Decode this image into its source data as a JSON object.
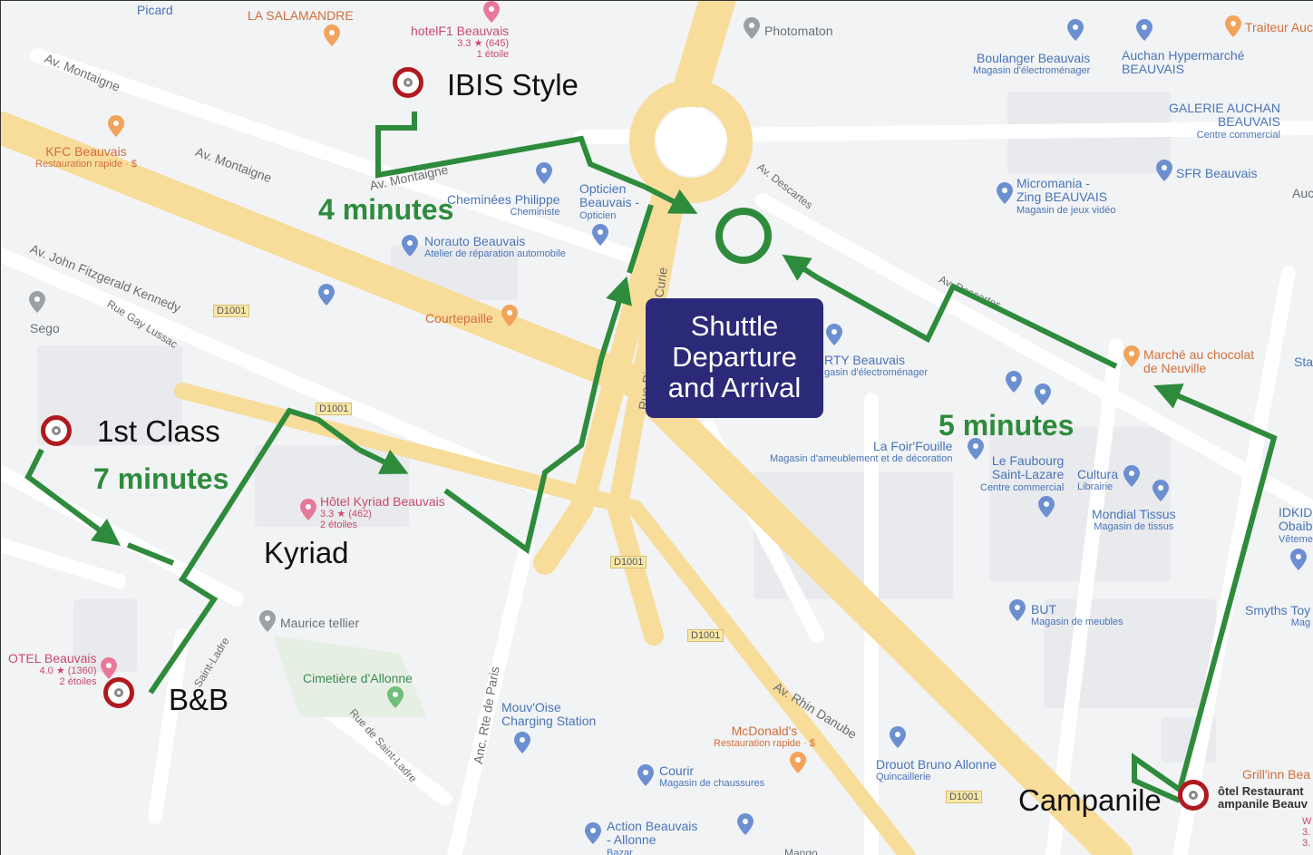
{
  "map": {
    "colors": {
      "route": "#2e8b3c",
      "hotel_marker": "#b0191e",
      "shuttle_box": "#2b2a78",
      "road_main": "#f8dc9a",
      "road_minor": "#ffffff",
      "land": "#f1f3f4"
    },
    "shuttle_label": [
      "Shuttle",
      "Departure",
      "and Arrival"
    ],
    "hotels": {
      "ibis": "IBIS Style",
      "first_class": "1st Class",
      "kyriad": "Kyriad",
      "bb": "B&B",
      "campanile": "Campanile"
    },
    "durations": {
      "ibis": "4 minutes",
      "first_class": "7 minutes",
      "campanile": "5 minutes"
    },
    "streets": {
      "montaigne": "Av. Montaigne",
      "jfk": "Av. John Fitzgerald Kennedy",
      "gay_lussac": "Rue Gay Lussac",
      "descartes": "Av. Descartes",
      "curie": "Rue Pierre et Marie Curie",
      "rhin_danube": "Av. Rhin Danube",
      "anc_rte_paris": "Anc. Rte de Paris",
      "saint_ladre": "Rue de Saint-Ladre",
      "saint_ladre_short": "Saint-Ladre",
      "d1001": "D1001"
    },
    "pois": {
      "picard": "Picard",
      "salamandre": "LA SALAMANDRE",
      "hotelf1": "hotelF1 Beauvais",
      "hotelf1_rating": "3.3 ★ (645)",
      "hotelf1_stars": "1 étoile",
      "photomaton": "Photomaton",
      "traiteur": "Traiteur Auc",
      "boulanger": "Boulanger Beauvais",
      "boulanger_sub": "Magasin d'électroménager",
      "auchan": "Auchan Hypermarché",
      "auchan_sub": "BEAUVAIS",
      "galerie": "GALERIE AUCHAN",
      "galerie_2": "BEAUVAIS",
      "galerie_sub": "Centre commercial",
      "kfc": "KFC Beauvais",
      "kfc_sub": "Restauration rapide · $",
      "sfr": "SFR Beauvais",
      "micromania": "Micromania -",
      "micromania_2": "Zing BEAUVAIS",
      "micromania_sub": "Magasin de jeux vidéo",
      "cheminees": "Cheminées Philippe",
      "cheminees_sub": "Cheministe",
      "opticien": "Opticien",
      "opticien_2": "Beauvais -",
      "opticien_sub": "Opticien",
      "norauto": "Norauto Beauvais",
      "norauto_sub": "Atelier de réparation automobile",
      "sego": "Sego",
      "courtepaille": "Courtepaille",
      "darty": "RTY Beauvais",
      "darty_sub": "gasin d'électroménager",
      "marche_chocolat": "Marché au chocolat",
      "marche_chocolat_2": "de Neuville",
      "foirfouille": "La Foir'Fouille",
      "foirfouille_sub": "Magasin d'ameublement et de décoration",
      "faubourg": "Le Faubourg",
      "faubourg_2": "Saint-Lazare",
      "faubourg_sub": "Centre commercial",
      "cultura": "Cultura",
      "cultura_sub": "Librairie",
      "mondial": "Mondial Tissus",
      "mondial_sub": "Magasin de tissus",
      "idkids": "IDKIDS",
      "idkids_2": "Obaib",
      "idkids_sub": "Vêteme",
      "kyriad_poi": "Hôtel Kyriad Beauvais",
      "kyriad_rating": "3.3 ★ (462)",
      "kyriad_stars": "2 étoiles",
      "but": "BUT",
      "but_sub": "Magasin de meubles",
      "smyths": "Smyths Toy",
      "smyths_sub": "Mag",
      "maurice": "Maurice tellier",
      "cimetiere": "Cimetière d'Allonne",
      "bb_poi": "OTEL Beauvais",
      "bb_rating": "4.0 ★ (1360)",
      "bb_stars": "2 étoiles",
      "mouvoise": "Mouv'Oise",
      "mouvoise_2": "Charging Station",
      "mcdonalds": "McDonald's",
      "mcdonalds_sub": "Restauration rapide · $",
      "drouot": "Drouot Bruno Allonne",
      "drouot_sub": "Quincaillerie",
      "courir": "Courir",
      "courir_sub": "Magasin de chaussures",
      "action": "Action Beauvais",
      "action_2": "- Allonne",
      "action_sub": "Bazar",
      "grillin": "Grill'inn Bea",
      "campanile_poi": "ôtel Restaurant",
      "campanile_poi_2": "ampanile Beauv",
      "mango": "Mango",
      "stat": "Sta",
      "auc": "Auc",
      "campanile_w": "W",
      "campanile_3a": "3.",
      "campanile_3b": "3."
    }
  }
}
